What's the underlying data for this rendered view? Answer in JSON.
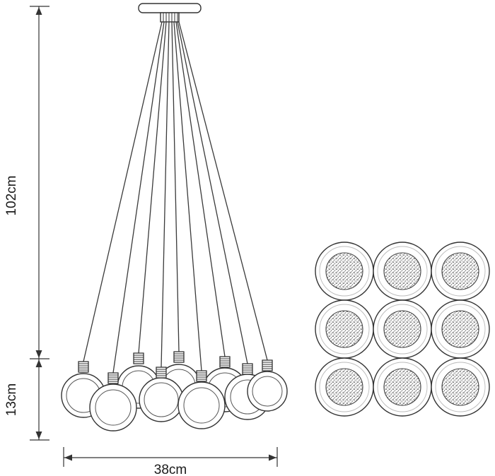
{
  "labels": {
    "height": "102cm",
    "cluster_height": "13cm",
    "width": "38cm"
  },
  "colors": {
    "line": "#333333",
    "text": "#1a1a1a",
    "background": "#ffffff"
  }
}
